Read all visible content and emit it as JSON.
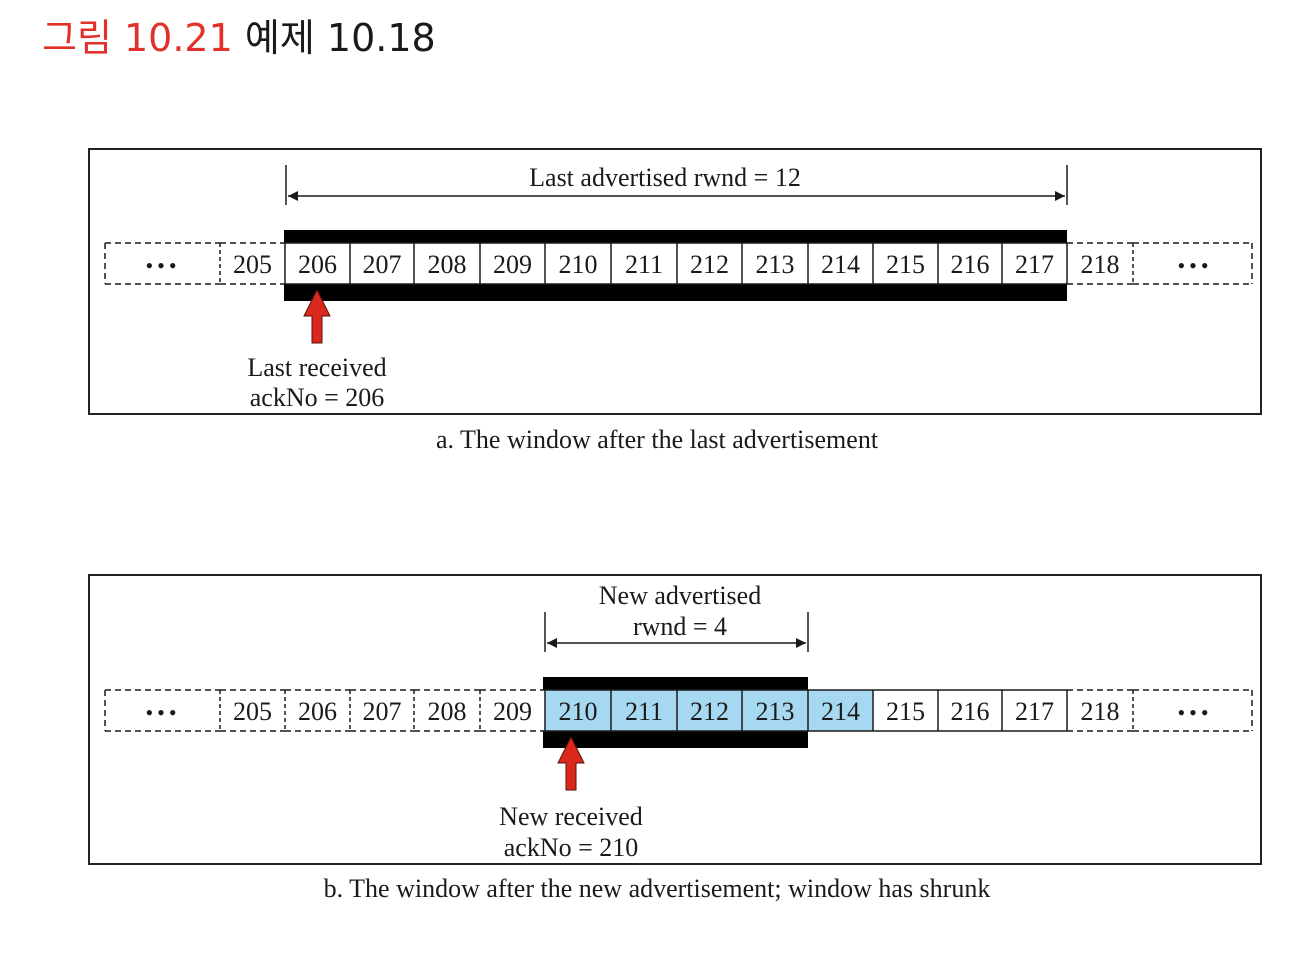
{
  "title": {
    "figure_label": "그림 10.21",
    "example_label": "예제 10.18"
  },
  "colors": {
    "title_accent": "#e2302a",
    "new_window_fill": "#a7d8f2",
    "pointer_arrow": "#d9291d",
    "window_bar": "#1a1a1a"
  },
  "ellipsis": "•••",
  "panel_a": {
    "rwnd_label": "Last advertised rwnd  = 12",
    "pointer_label_line1": "Last received",
    "pointer_label_line2": "ackNo = 206",
    "caption": "a. The window after the last advertisement",
    "cells": [
      {
        "label": "205",
        "style": "dashed"
      },
      {
        "label": "206",
        "style": "window"
      },
      {
        "label": "207",
        "style": "window"
      },
      {
        "label": "208",
        "style": "window"
      },
      {
        "label": "209",
        "style": "window"
      },
      {
        "label": "210",
        "style": "window"
      },
      {
        "label": "211",
        "style": "window"
      },
      {
        "label": "212",
        "style": "window"
      },
      {
        "label": "213",
        "style": "window"
      },
      {
        "label": "214",
        "style": "window"
      },
      {
        "label": "215",
        "style": "window"
      },
      {
        "label": "216",
        "style": "window"
      },
      {
        "label": "217",
        "style": "window"
      },
      {
        "label": "218",
        "style": "dashed"
      }
    ]
  },
  "panel_b": {
    "rwnd_label_line1": "New advertised",
    "rwnd_label_line2": "rwnd  = 4",
    "pointer_label_line1": "New received",
    "pointer_label_line2": "ackNo = 210",
    "caption": "b. The window after the new advertisement; window has shrunk",
    "cells": [
      {
        "label": "205",
        "style": "dashed"
      },
      {
        "label": "206",
        "style": "dashed"
      },
      {
        "label": "207",
        "style": "dashed"
      },
      {
        "label": "208",
        "style": "dashed"
      },
      {
        "label": "209",
        "style": "dashed"
      },
      {
        "label": "210",
        "style": "shaded"
      },
      {
        "label": "211",
        "style": "shaded"
      },
      {
        "label": "212",
        "style": "shaded"
      },
      {
        "label": "213",
        "style": "shaded"
      },
      {
        "label": "214",
        "style": "shaded"
      },
      {
        "label": "215",
        "style": "solid"
      },
      {
        "label": "216",
        "style": "solid"
      },
      {
        "label": "217",
        "style": "solid"
      },
      {
        "label": "218",
        "style": "dashed"
      }
    ]
  }
}
